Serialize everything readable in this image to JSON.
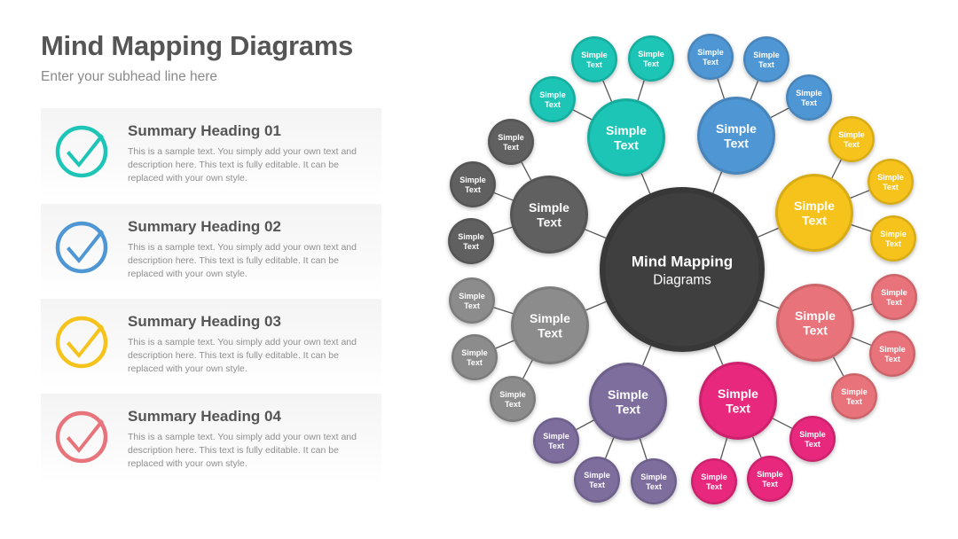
{
  "header": {
    "title": "Mind Mapping Diagrams",
    "subtitle": "Enter your subhead line here"
  },
  "summaries": [
    {
      "heading": "Summary Heading 01",
      "description": "This is a sample text. You simply add your own text and description here. This text is fully editable. It can be replaced with your own style.",
      "color": "#1cc5b5",
      "icon": "check-circle-icon"
    },
    {
      "heading": "Summary Heading 02",
      "description": "This is a sample text. You simply add your own text and description here. This text is fully editable. It can be replaced with your own style.",
      "color": "#4f97d4",
      "icon": "check-circle-icon"
    },
    {
      "heading": "Summary Heading 03",
      "description": "This is a sample text. You simply add your own text and description here. This text is fully editable. It can be replaced with your own style.",
      "color": "#f6c31c",
      "icon": "check-circle-icon"
    },
    {
      "heading": "Summary Heading 04",
      "description": "This is a sample text. You simply add your own text and description here. This text is fully editable. It can be replaced with your own style.",
      "color": "#e8737a",
      "icon": "check-circle-icon"
    }
  ],
  "mindmap": {
    "center": {
      "line1": "Mind Mapping",
      "line2": "Diagrams",
      "color": "#3f3f3f"
    },
    "branches": [
      {
        "color": "#1cc5b5",
        "line1": "Simple",
        "line2": "Text",
        "leaves": [
          {
            "line1": "Simple",
            "line2": "Text"
          },
          {
            "line1": "Simple",
            "line2": "Text"
          },
          {
            "line1": "Simple",
            "line2": "Text"
          }
        ]
      },
      {
        "color": "#4f97d4",
        "line1": "Simple",
        "line2": "Text",
        "leaves": [
          {
            "line1": "Simple",
            "line2": "Text"
          },
          {
            "line1": "Simple",
            "line2": "Text"
          },
          {
            "line1": "Simple",
            "line2": "Text"
          }
        ]
      },
      {
        "color": "#f6c31c",
        "line1": "Simple",
        "line2": "Text",
        "leaves": [
          {
            "line1": "Simple",
            "line2": "Text"
          },
          {
            "line1": "Simple",
            "line2": "Text"
          },
          {
            "line1": "Simple",
            "line2": "Text"
          }
        ]
      },
      {
        "color": "#e8737a",
        "line1": "Simple",
        "line2": "Text",
        "leaves": [
          {
            "line1": "Simple",
            "line2": "Text"
          },
          {
            "line1": "Simple",
            "line2": "Text"
          },
          {
            "line1": "Simple",
            "line2": "Text"
          }
        ]
      },
      {
        "color": "#e8287d",
        "line1": "Simple",
        "line2": "Text",
        "leaves": [
          {
            "line1": "Simple",
            "line2": "Text"
          },
          {
            "line1": "Simple",
            "line2": "Text"
          },
          {
            "line1": "Simple",
            "line2": "Text"
          }
        ]
      },
      {
        "color": "#7d6e9e",
        "line1": "Simple",
        "line2": "Text",
        "leaves": [
          {
            "line1": "Simple",
            "line2": "Text"
          },
          {
            "line1": "Simple",
            "line2": "Text"
          },
          {
            "line1": "Simple",
            "line2": "Text"
          }
        ]
      },
      {
        "color": "#8c8c8c",
        "line1": "Simple",
        "line2": "Text",
        "leaves": [
          {
            "line1": "Simple",
            "line2": "Text"
          },
          {
            "line1": "Simple",
            "line2": "Text"
          },
          {
            "line1": "Simple",
            "line2": "Text"
          }
        ]
      },
      {
        "color": "#606060",
        "line1": "Simple",
        "line2": "Text",
        "leaves": [
          {
            "line1": "Simple",
            "line2": "Text"
          },
          {
            "line1": "Simple",
            "line2": "Text"
          },
          {
            "line1": "Simple",
            "line2": "Text"
          }
        ]
      }
    ]
  }
}
